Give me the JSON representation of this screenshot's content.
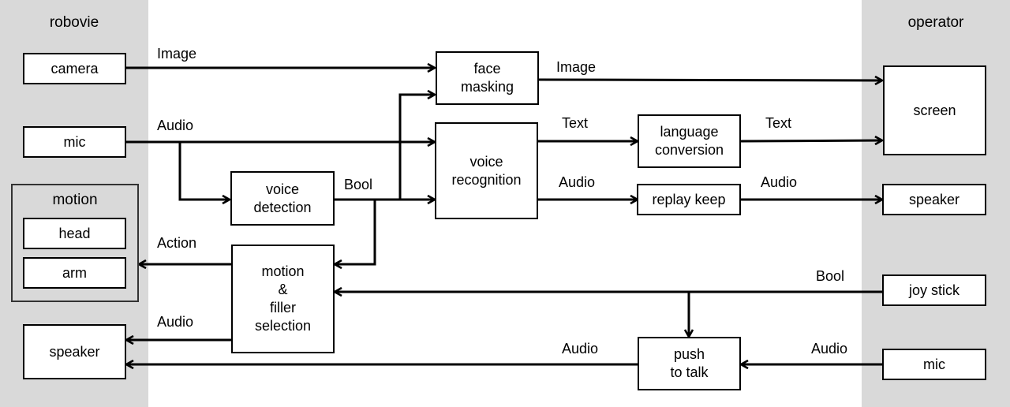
{
  "panels": {
    "left_title": "robovie",
    "right_title": "operator"
  },
  "robovie": {
    "camera": "camera",
    "mic": "mic",
    "motion_group": "motion",
    "head": "head",
    "arm": "arm",
    "speaker": "speaker"
  },
  "operator": {
    "screen": "screen",
    "speaker": "speaker",
    "joystick": "joy stick",
    "mic": "mic"
  },
  "modules": {
    "face_masking": "face\nmasking",
    "voice_recognition": "voice\nrecognition",
    "language_conversion": "language\nconversion",
    "replay_keep": "replay keep",
    "voice_detection": "voice\ndetection",
    "motion_filler": "motion\n&\nfiller\nselection",
    "push_to_talk": "push\nto talk"
  },
  "edge_labels": {
    "camera_image": "Image",
    "mic_audio": "Audio",
    "face_image": "Image",
    "recog_text": "Text",
    "lang_text": "Text",
    "recog_audio": "Audio",
    "replay_audio": "Audio",
    "detect_bool": "Bool",
    "action": "Action",
    "motion_audio": "Audio",
    "joystick_bool": "Bool",
    "ptt_audio_out": "Audio",
    "op_mic_audio": "Audio"
  }
}
